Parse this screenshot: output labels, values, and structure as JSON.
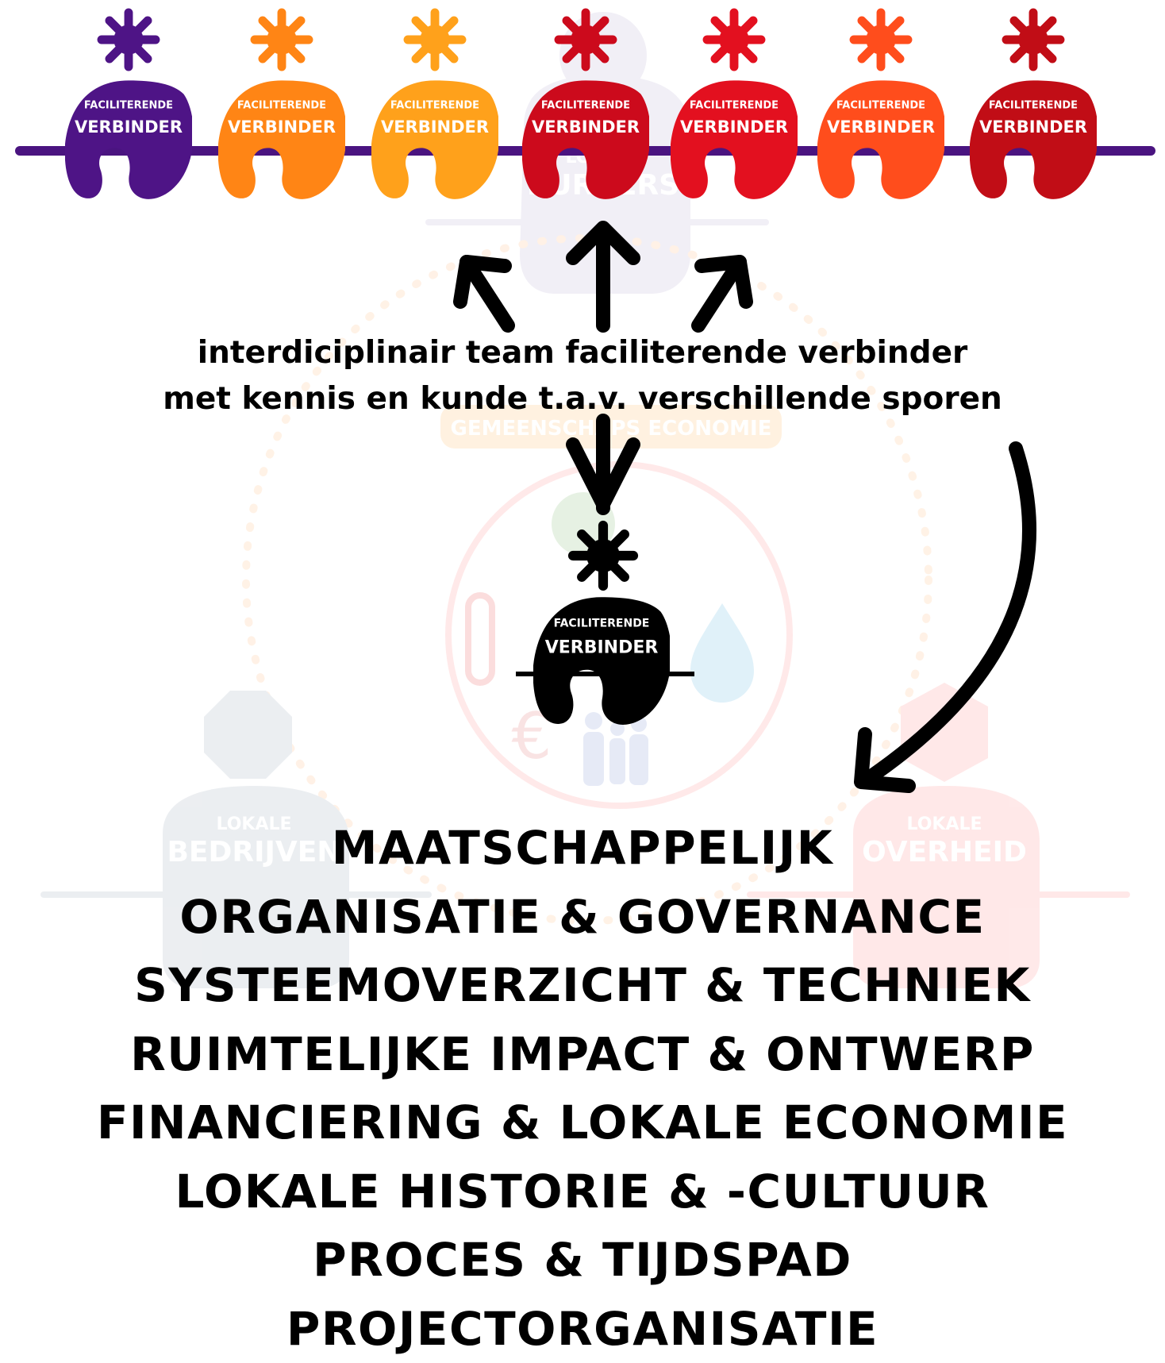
{
  "colors": {
    "line": "#4a1480",
    "arrows": "#000000",
    "text": "#000000",
    "faded_background": "#d8d2e8"
  },
  "verbinders": [
    {
      "label_top": "FACILITERENDE",
      "label_main": "VERBINDER",
      "color": "#4e1486",
      "star": "#4e1486"
    },
    {
      "label_top": "FACILITERENDE",
      "label_main": "VERBINDER",
      "color": "#ff8515",
      "star": "#ff8515"
    },
    {
      "label_top": "FACILITERENDE",
      "label_main": "VERBINDER",
      "color": "#ffa11b",
      "star": "#ffa11b"
    },
    {
      "label_top": "FACILITERENDE",
      "label_main": "VERBINDER",
      "color": "#cc0a1c",
      "star": "#cc0a1c"
    },
    {
      "label_top": "FACILITERENDE",
      "label_main": "VERBINDER",
      "color": "#e3101f",
      "star": "#e3101f"
    },
    {
      "label_top": "FACILITERENDE",
      "label_main": "VERBINDER",
      "color": "#ff4d1c",
      "star": "#ff4d1c"
    },
    {
      "label_top": "FACILITERENDE",
      "label_main": "VERBINDER",
      "color": "#c10d16",
      "star": "#c10d16"
    }
  ],
  "center_verbinder": {
    "label_top": "FACILITERENDE",
    "label_main": "VERBINDER",
    "color": "#000000"
  },
  "team_caption": {
    "line1": "interdiciplinair team faciliterende verbinder",
    "line2": "met kennis en kunde t.a.v. verschillende sporen"
  },
  "sporen": [
    "MAATSCHAPPELIJK",
    "ORGANISATIE & GOVERNANCE",
    "SYSTEEMOVERZICHT & TECHNIEK",
    "RUIMTELIJKE IMPACT & ONTWERP",
    "FINANCIERING & LOKALE ECONOMIE",
    "LOKALE HISTORIE & -CULTUUR",
    "PROCES & TIJDSPAD",
    "PROJECTORGANISATIE"
  ],
  "faded_labels": {
    "burgers_top": "LOKALE",
    "burgers_main": "BURGERS",
    "economie": "GEMEENSCHAPS ECONOMIE",
    "bedrijven_top": "LOKALE",
    "bedrijven_main": "BEDRIJVEN",
    "overheid_top": "LOKALE",
    "overheid_main": "OVERHEID"
  }
}
